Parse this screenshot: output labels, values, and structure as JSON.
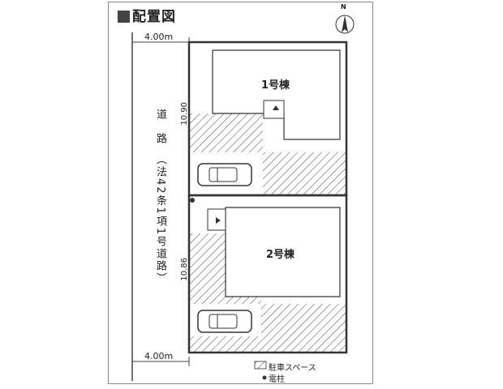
{
  "title": "配置図",
  "compass_label": "N",
  "road": {
    "name": "道　路",
    "law_note": "（法42条1項1号道路）",
    "width_top": "4.00m",
    "width_bottom": "4.00m"
  },
  "lots": [
    {
      "building": "1号棟",
      "depth": "10.90"
    },
    {
      "building": "2号棟",
      "depth": "10.86"
    }
  ],
  "legend": {
    "parking": "駐車スペース",
    "pole": "電柱"
  },
  "colors": {
    "line": "#333333",
    "hatch": "#444444"
  }
}
